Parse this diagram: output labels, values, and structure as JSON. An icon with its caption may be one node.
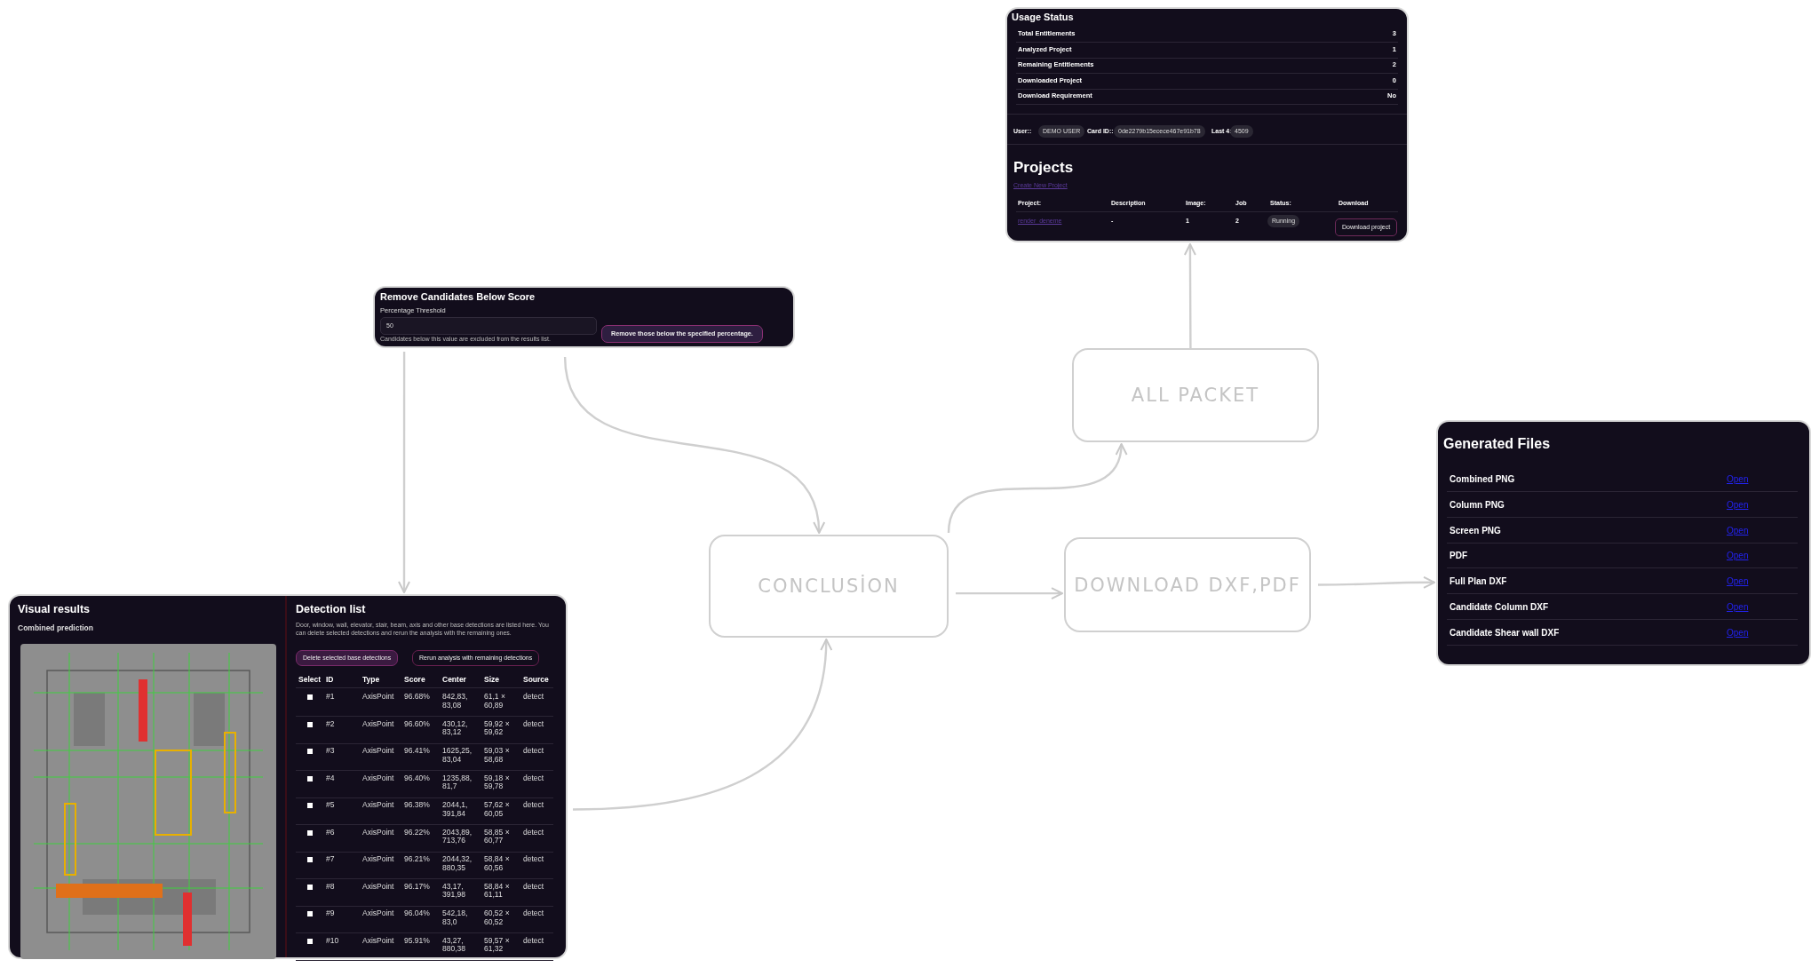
{
  "diagram": {
    "nodes": [
      {
        "text": [
          "Usage Status",
          "Total Entitlements",
          "3",
          "Analyzed Project",
          "1",
          "Remaining Entitlements",
          "2",
          "Downloaded Project",
          "0",
          "Download Requirement",
          "No",
          "User::",
          "DEMO USER",
          "Card ID::",
          "0de2279b15ecece467e91b78",
          "Last 4:",
          "4509",
          "Projects",
          "Create New Project",
          "Project:",
          "Description",
          "Image:",
          "Job",
          "Status:",
          "Download",
          "render_deneme",
          "-",
          "1",
          "2",
          "Running",
          "Download project"
        ]
      },
      {
        "text": [
          "Remove Candidates Below Score",
          "Percentage Threshold",
          "50",
          "Candidates below this value are excluded from the results list.",
          "Remove those below the specified percentage."
        ]
      },
      {
        "text": [
          "ALL PACKET"
        ]
      },
      {
        "text": [
          "CONCLUSİON"
        ]
      },
      {
        "text": [
          "DOWNLOAD DXF,PDF"
        ]
      },
      {
        "text": [
          "Generated Files",
          "Combined PNG",
          "Open",
          "Column PNG",
          "Open",
          "Screen PNG",
          "Open",
          "PDF",
          "Open",
          "Full Plan DXF",
          "Open",
          "Candidate Column DXF",
          "Open",
          "Candidate Shear wall DXF",
          "Open"
        ]
      },
      {
        "text": [
          "Visual results",
          "Combined prediction",
          "Detection list",
          "Door, window, wall, elevator, stair, beam, axis and other base detections are listed here. You can delete selected detections and rerun the analysis with the remaining ones.",
          "Delete selected base detections",
          "Rerun analysis with remaining detections",
          "Select",
          "ID",
          "Type",
          "Score",
          "Center",
          "Size",
          "Source",
          "#1",
          "AxisPoint",
          "96.68%",
          "842,83, 83,08",
          "61,1 × 60,89",
          "detect",
          "#2",
          "AxisPoint",
          "96.60%",
          "430,12, 83,12",
          "59,92 × 59,62",
          "detect",
          "#3",
          "AxisPoint",
          "96.41%",
          "1625,25, 83,04",
          "59,03 × 58,68",
          "detect",
          "#4",
          "AxisPoint",
          "96.40%",
          "1235,88, 81,7",
          "59,18 × 59,78",
          "detect",
          "#5",
          "AxisPoint",
          "96.38%",
          "2044,1, 391,84",
          "57,62 × 60,05",
          "detect",
          "#6",
          "AxisPoint",
          "96.22%",
          "2043,89, 713,76",
          "58,85 × 60,77",
          "detect",
          "#7",
          "AxisPoint",
          "96.21%",
          "2044,32, 880,35",
          "58,84 × 60,56",
          "detect",
          "#8",
          "AxisPoint",
          "96.17%",
          "43,17, 391,98",
          "58,84 × 61,11",
          "detect",
          "#9",
          "AxisPoint",
          "96.04%",
          "542,18, 83,0",
          "60,52 × 60,52",
          "detect",
          "#10",
          "AxisPoint",
          "95.91%",
          "43,27, 880,38",
          "59,57 × 61,32",
          "detect"
        ]
      }
    ],
    "edges": [
      {
        "from": 1,
        "to": 6,
        "arrow": "to"
      },
      {
        "from": 1,
        "to": 3,
        "arrow": "to"
      },
      {
        "from": 6,
        "to": 3,
        "arrow": "to"
      },
      {
        "from": 3,
        "to": 2,
        "arrow": "to"
      },
      {
        "from": 3,
        "to": 4,
        "arrow": "to"
      },
      {
        "from": 2,
        "to": 0,
        "arrow": "to"
      },
      {
        "from": 4,
        "to": 5,
        "arrow": "to"
      }
    ]
  }
}
